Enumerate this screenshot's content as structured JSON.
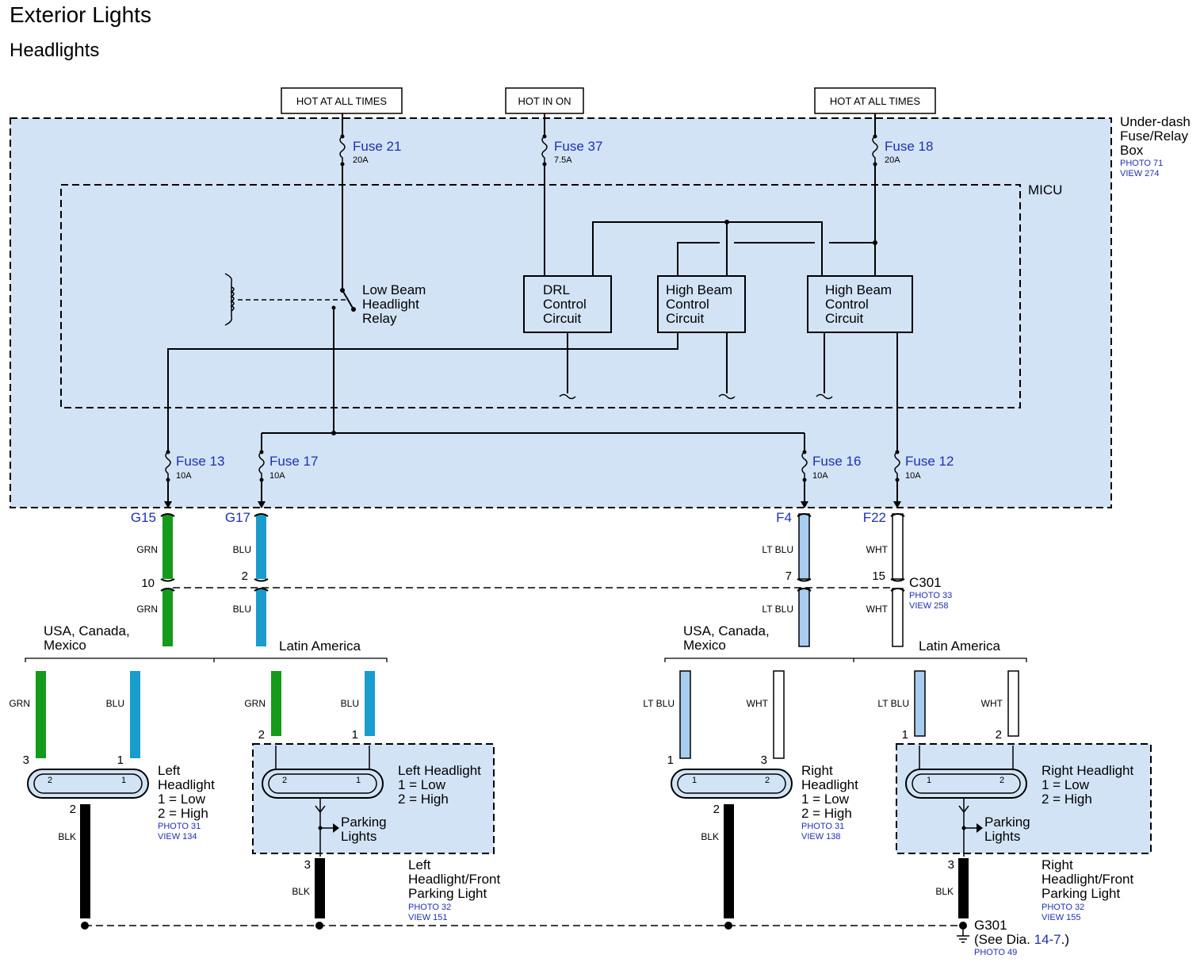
{
  "title": "Exterior Lights",
  "subtitle": "Headlights",
  "power": {
    "hot1": "HOT AT ALL TIMES",
    "hot2": "HOT IN ON",
    "hot3": "HOT AT ALL TIMES"
  },
  "fuse_box": {
    "l1": "Under-dash",
    "l2": "Fuse/Relay",
    "l3": "Box",
    "photo": "PHOTO 71",
    "view": "VIEW 274"
  },
  "micu": "MICU",
  "fuses": {
    "f21": {
      "name": "Fuse 21",
      "amp": "20A"
    },
    "f37": {
      "name": "Fuse 37",
      "amp": "7.5A"
    },
    "f18": {
      "name": "Fuse 18",
      "amp": "20A"
    },
    "f13": {
      "name": "Fuse 13",
      "amp": "10A"
    },
    "f17": {
      "name": "Fuse 17",
      "amp": "10A"
    },
    "f16": {
      "name": "Fuse 16",
      "amp": "10A"
    },
    "f12": {
      "name": "Fuse 12",
      "amp": "10A"
    }
  },
  "relay": {
    "l1": "Low Beam",
    "l2": "Headlight",
    "l3": "Relay"
  },
  "drl": {
    "l1": "DRL",
    "l2": "Control",
    "l3": "Circuit"
  },
  "hb1": {
    "l1": "High Beam",
    "l2": "Control",
    "l3": "Circuit"
  },
  "hb2": {
    "l1": "High Beam",
    "l2": "Control",
    "l3": "Circuit"
  },
  "terminals": {
    "g15": "G15",
    "g17": "G17",
    "f4": "F4",
    "f22": "F22"
  },
  "wires": {
    "grn": "GRN",
    "blu": "BLU",
    "ltblu": "LT BLU",
    "wht": "WHT",
    "blk": "BLK"
  },
  "c301": {
    "name": "C301",
    "photo": "PHOTO 33",
    "view": "VIEW 258",
    "p10": "10",
    "p2": "2",
    "p7": "7",
    "p15": "15"
  },
  "regions": {
    "usa_l1": "USA, Canada,",
    "usa_l2": "Mexico",
    "latam": "Latin America"
  },
  "pins": {
    "p1": "1",
    "p2": "2",
    "p3": "3"
  },
  "left_hl": {
    "l1": "Left",
    "l2": "Headlight",
    "low": "1 = Low",
    "high": "2 = High",
    "photo": "PHOTO 31",
    "view": "VIEW 134"
  },
  "left_hl_la": {
    "l1": "Left Headlight",
    "low": "1 = Low",
    "high": "2 = High",
    "park1": "Parking",
    "park2": "Lights"
  },
  "left_combo": {
    "l1": "Left",
    "l2": "Headlight/Front",
    "l3": "Parking Light",
    "photo": "PHOTO 32",
    "view": "VIEW 151"
  },
  "right_hl": {
    "l1": "Right",
    "l2": "Headlight",
    "low": "1 = Low",
    "high": "2 = High",
    "photo": "PHOTO 31",
    "view": "VIEW 138"
  },
  "right_hl_la": {
    "l1": "Right Headlight",
    "low": "1 = Low",
    "high": "2 = High",
    "park1": "Parking",
    "park2": "Lights"
  },
  "right_combo": {
    "l1": "Right",
    "l2": "Headlight/Front",
    "l3": "Parking Light",
    "photo": "PHOTO 32",
    "view": "VIEW 155"
  },
  "ground": {
    "name": "G301",
    "see": "(See Dia.",
    "ref": "14-7",
    "close": ".)",
    "photo": "PHOTO 49"
  },
  "colors": {
    "green": "#159a1b",
    "blue": "#1a9ccc",
    "ltblue": "#a9cdf0",
    "panel": "#d2e3f5",
    "link": "#1f2fb5"
  }
}
